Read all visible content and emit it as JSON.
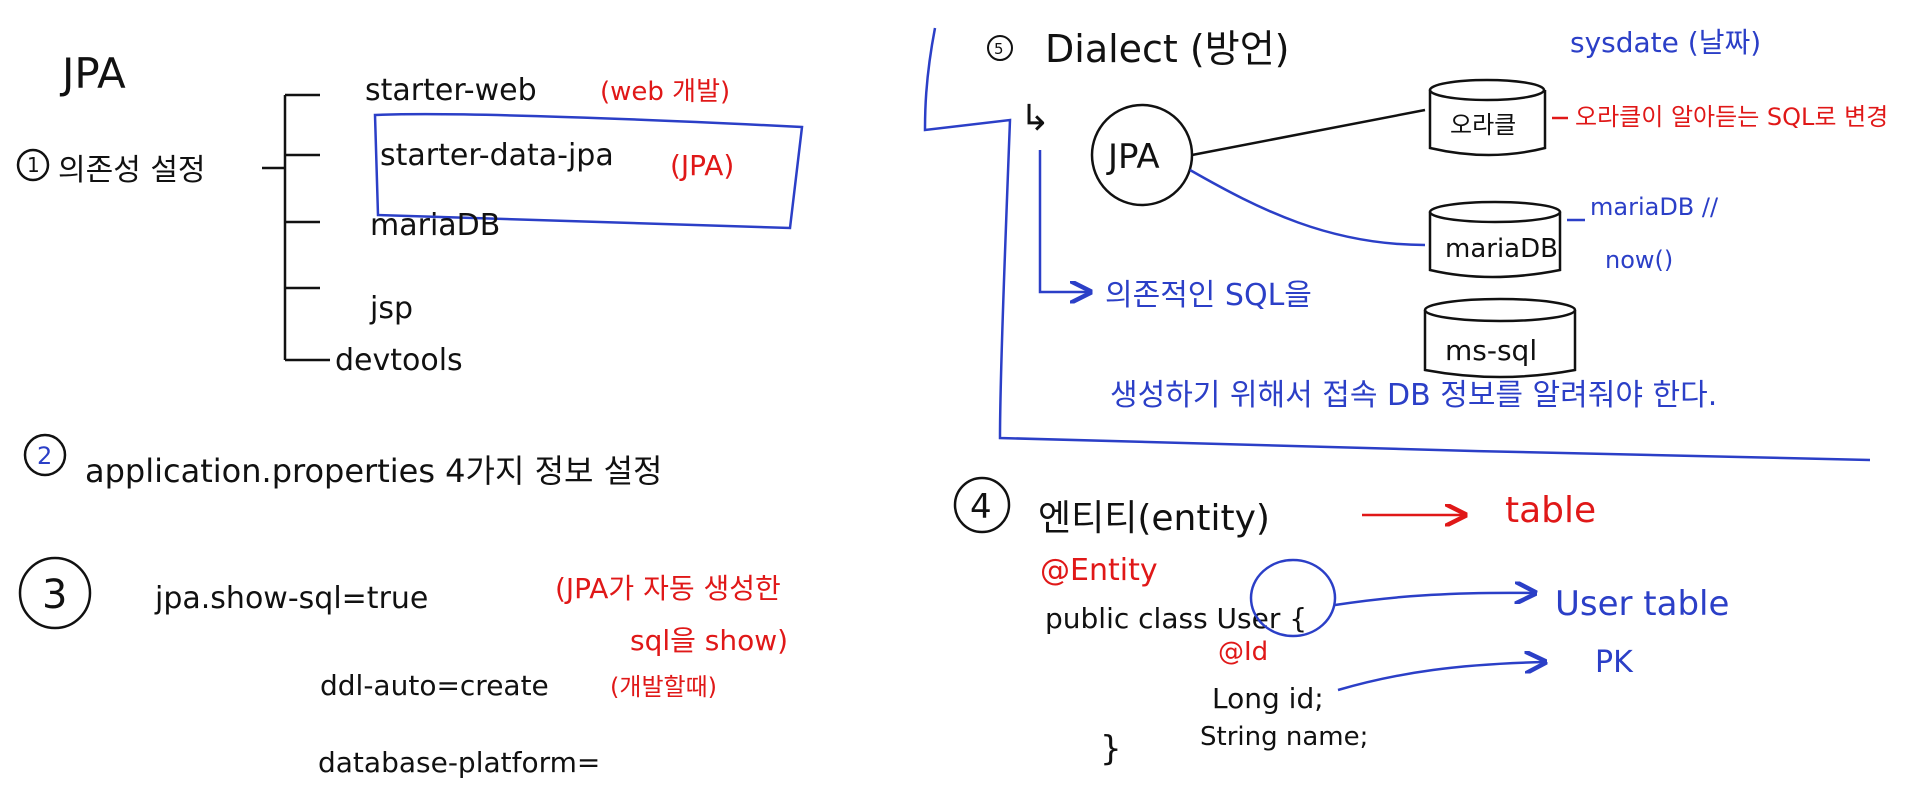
{
  "colors": {
    "ink": "#111111",
    "red": "#e01818",
    "blue": "#2b3fc7"
  },
  "left": {
    "title": "JPA",
    "step1": {
      "num": "1",
      "label": "의존성 설정",
      "deps": [
        "starter-web",
        "starter-data-jpa",
        "mariaDB",
        "jsp",
        "devtools"
      ],
      "note_web": "(web 개발)",
      "note_jpa": "(JPA)"
    },
    "step2": {
      "num": "2",
      "text": "application.properties  4가지 정보 설정"
    },
    "step3": {
      "num": "3",
      "props": [
        "jpa.show-sql=true",
        "ddl-auto=create",
        "database-platform="
      ],
      "note_sql_1": "(JPA가 자동 생성한",
      "note_sql_2": "sql을 show)",
      "note_ddl": "(개발할때)"
    }
  },
  "right": {
    "step_dialect": {
      "num": "5",
      "title": "Dialect (방언)",
      "jpa": "JPA",
      "dbs": [
        "오라클",
        "mariaDB",
        "ms-sql"
      ],
      "note_oracle_1": "sysdate (날짜)",
      "note_oracle_2": "오라클이 알아듣는 SQL로 변경",
      "note_maria_1": "mariaDB  //",
      "note_maria_2": "now()",
      "note_line_1": "의존적인 SQL을",
      "note_line_2": "생성하기 위해서 접속 DB 정보를 알려줘야 한다."
    },
    "step4": {
      "num": "4",
      "title": "엔티티(entity)",
      "table": "table",
      "annotation_entity": "@Entity",
      "class_line": "public class User {",
      "user_table": "User table",
      "annotation_id": "@Id",
      "field_id": "Long id;",
      "field_name": "String name;",
      "close": "}",
      "pk": "PK"
    }
  }
}
